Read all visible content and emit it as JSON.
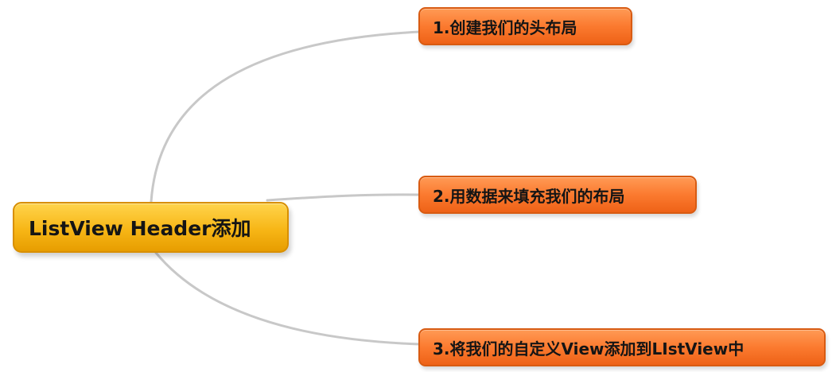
{
  "mindmap": {
    "root": {
      "label": "ListView Header添加"
    },
    "children": [
      {
        "label": "1.创建我们的头布局"
      },
      {
        "label": "2.用数据来填充我们的布局"
      },
      {
        "label": "3.将我们的自定义View添加到LIstView中"
      }
    ]
  },
  "colors": {
    "root_fill": "#f7b616",
    "child_fill": "#fb7a2f",
    "connector": "#c8c8c8"
  }
}
